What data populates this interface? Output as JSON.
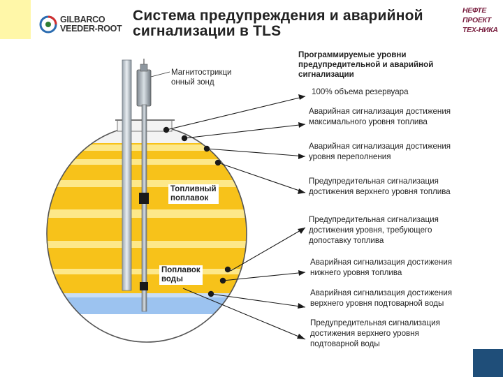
{
  "header": {
    "logo_line1": "GILBARCO",
    "logo_line2": "VEEDER-ROOT",
    "title_line1": "Система предупреждения и аварийной",
    "title_line2": "сигнализации в TLS",
    "corner_logo": [
      "НЕФТЕ",
      "ПРОЕКТ",
      "ТЕХ-НИКА"
    ]
  },
  "diagram": {
    "probe_label": "Магнитострикци\nонный зонд",
    "fuel_float_label": "Топливный\nпоплавок",
    "water_float_label": "Поплавок\nводы",
    "levels_header": "Программируемые уровни\nпредупредительной и аварийной\nсигнализации",
    "levels": [
      {
        "text": "100% объема резервуара"
      },
      {
        "text": "Аварийная сигнализация достижения\nмаксимального уровня топлива"
      },
      {
        "text": "Аварийная сигнализация достижения\nуровня переполнения"
      },
      {
        "text": "Предупредительная сигнализация\nдостижения верхнего уровня топлива"
      },
      {
        "text": "Предупредительная сигнализация\nдостижения уровня, требующего\nдопоставку топлива"
      },
      {
        "text": "Аварийная сигнализация достижения\nнижнего уровня топлива"
      },
      {
        "text": "Аварийная сигнализация достижения\nверхнего уровня подтоварной воды"
      },
      {
        "text": "Предупредительная сигнализация\nдостижения верхнего уровня\nподтоварной воды"
      }
    ]
  },
  "colors": {
    "fuel": "#f7c21a",
    "fuel_light": "#fde88a",
    "water": "#9cc3f0",
    "accent": "#1f4e79",
    "logo_bg": "#fff7a8"
  }
}
